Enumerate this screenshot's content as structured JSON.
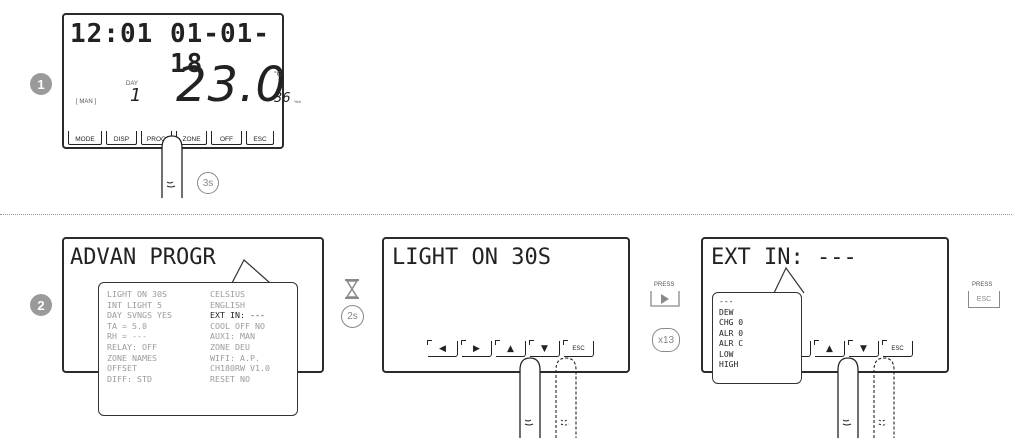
{
  "step1": {
    "number": "1",
    "time": "12:01",
    "date": "01-01-18",
    "mode_badge": "[ MAN ]",
    "day_label": "DAY",
    "day_value": "1",
    "temperature": "23.0",
    "temp_unit": "°C",
    "humidity": "36",
    "humidity_unit": "%rh",
    "buttons": [
      "MODE",
      "DISP",
      "PROG",
      "ZONE",
      "OFF",
      "ESC"
    ],
    "hold_time": "3s"
  },
  "step2": {
    "number": "2",
    "screen1_title": "ADVAN PROGR",
    "menu_left": [
      "LIGHT ON 30S",
      "INT LIGHT 5",
      "DAY SVNGS YES",
      "TA = 5.0",
      "RH = ---",
      "RELAY: OFF",
      "ZONE NAMES",
      "OFFSET",
      "DIFF: STD"
    ],
    "menu_right": [
      "CELSIUS",
      "ENGLISH",
      "EXT IN: ---",
      "COOL OFF NO",
      "AUX1: MAN",
      "ZONE DEU",
      "WIFI: A.P.",
      "CH180RW V1.0",
      "RESET NO"
    ],
    "wait_time": "2s",
    "screen2_title": "LIGHT ON 30S",
    "press1_label": "PRESS",
    "press1_count": "x13",
    "screen3_title": "EXT IN: ---",
    "ext_options": [
      "---",
      "DEW",
      "CHG 0",
      "ALR 0",
      "ALR C",
      "LOW",
      "HIGH"
    ],
    "press2_label": "PRESS",
    "esc_label": "ESC"
  }
}
